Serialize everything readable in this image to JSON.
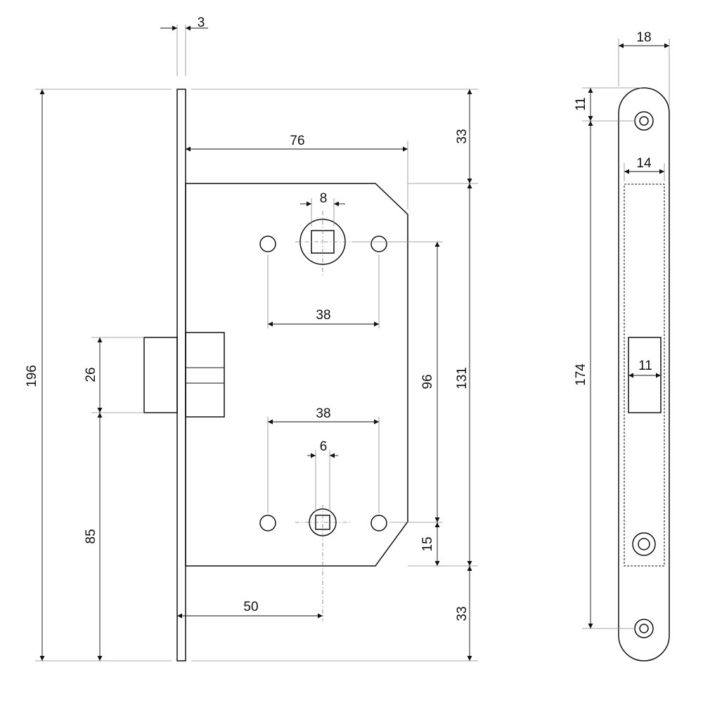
{
  "drawing": {
    "dimensions": {
      "faceplate_thickness": "3",
      "backset_width": "76",
      "spindle_square": "8",
      "upper_screw_spacing": "38",
      "lower_screw_spacing": "38",
      "turn_square": "6",
      "overall_height": "196",
      "top_offset": "33",
      "case_height": "131",
      "centre_distance": "96",
      "turn_to_case_bottom": "15",
      "bottom_offset": "33",
      "latch_height": "26",
      "latch_from_bottom": "85",
      "backset": "50",
      "faceplate_width": "18",
      "top_hole_offset": "11",
      "case_width": "14",
      "hole_spacing": "174",
      "latch_slot_width": "11"
    }
  }
}
